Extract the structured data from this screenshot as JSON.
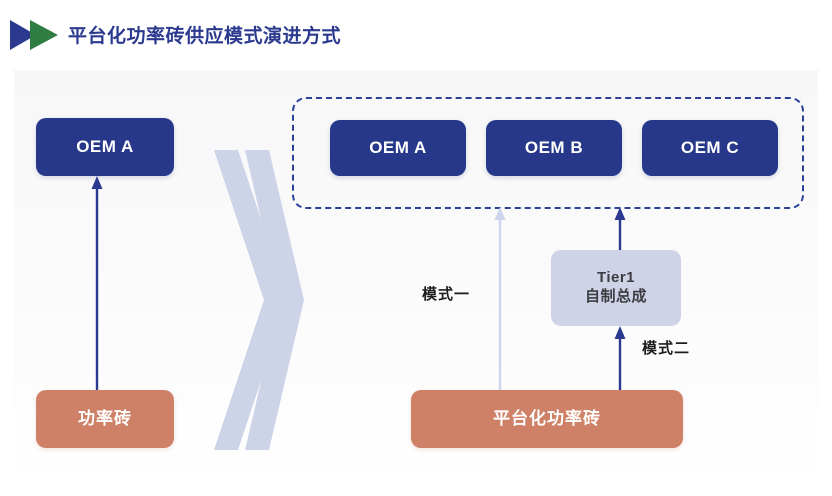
{
  "header": {
    "title": "平台化功率砖供应模式演进方式",
    "logo_name": "double-chevron-logo",
    "logo_colors": {
      "left": "#2b3a8f",
      "right": "#2f7d43"
    },
    "title_color": "#2b3a8f"
  },
  "diagram": {
    "current_state": {
      "oem_box": {
        "label": "OEM A"
      },
      "source_box": {
        "label": "功率砖"
      },
      "arrow": {
        "name": "arrow-brick-to-oem",
        "color": "#2b3a8f"
      }
    },
    "transition": {
      "name": "double-chevron-separator",
      "color": "#cdd4e8"
    },
    "future_state": {
      "group": {
        "name": "oem-dashed-group",
        "border_color": "#2b4096"
      },
      "oem_boxes": [
        {
          "label": "OEM A"
        },
        {
          "label": "OEM B"
        },
        {
          "label": "OEM C"
        }
      ],
      "tier1_box": {
        "line1": "Tier1",
        "line2": "自制总成"
      },
      "platform_box": {
        "label": "平台化功率砖"
      },
      "modes": [
        {
          "label": "模式一",
          "arrow_color": "#ced5ee"
        },
        {
          "label": "模式二",
          "arrow_color": "#2b3a8f"
        }
      ]
    }
  },
  "colors": {
    "oem_blue": "#27388a",
    "brick_salmon": "#ce8166",
    "tier1_lavender": "#ced3e8",
    "chevron_gray_blue": "#cdd4e8",
    "panel_bg": "#f8f8f9"
  }
}
